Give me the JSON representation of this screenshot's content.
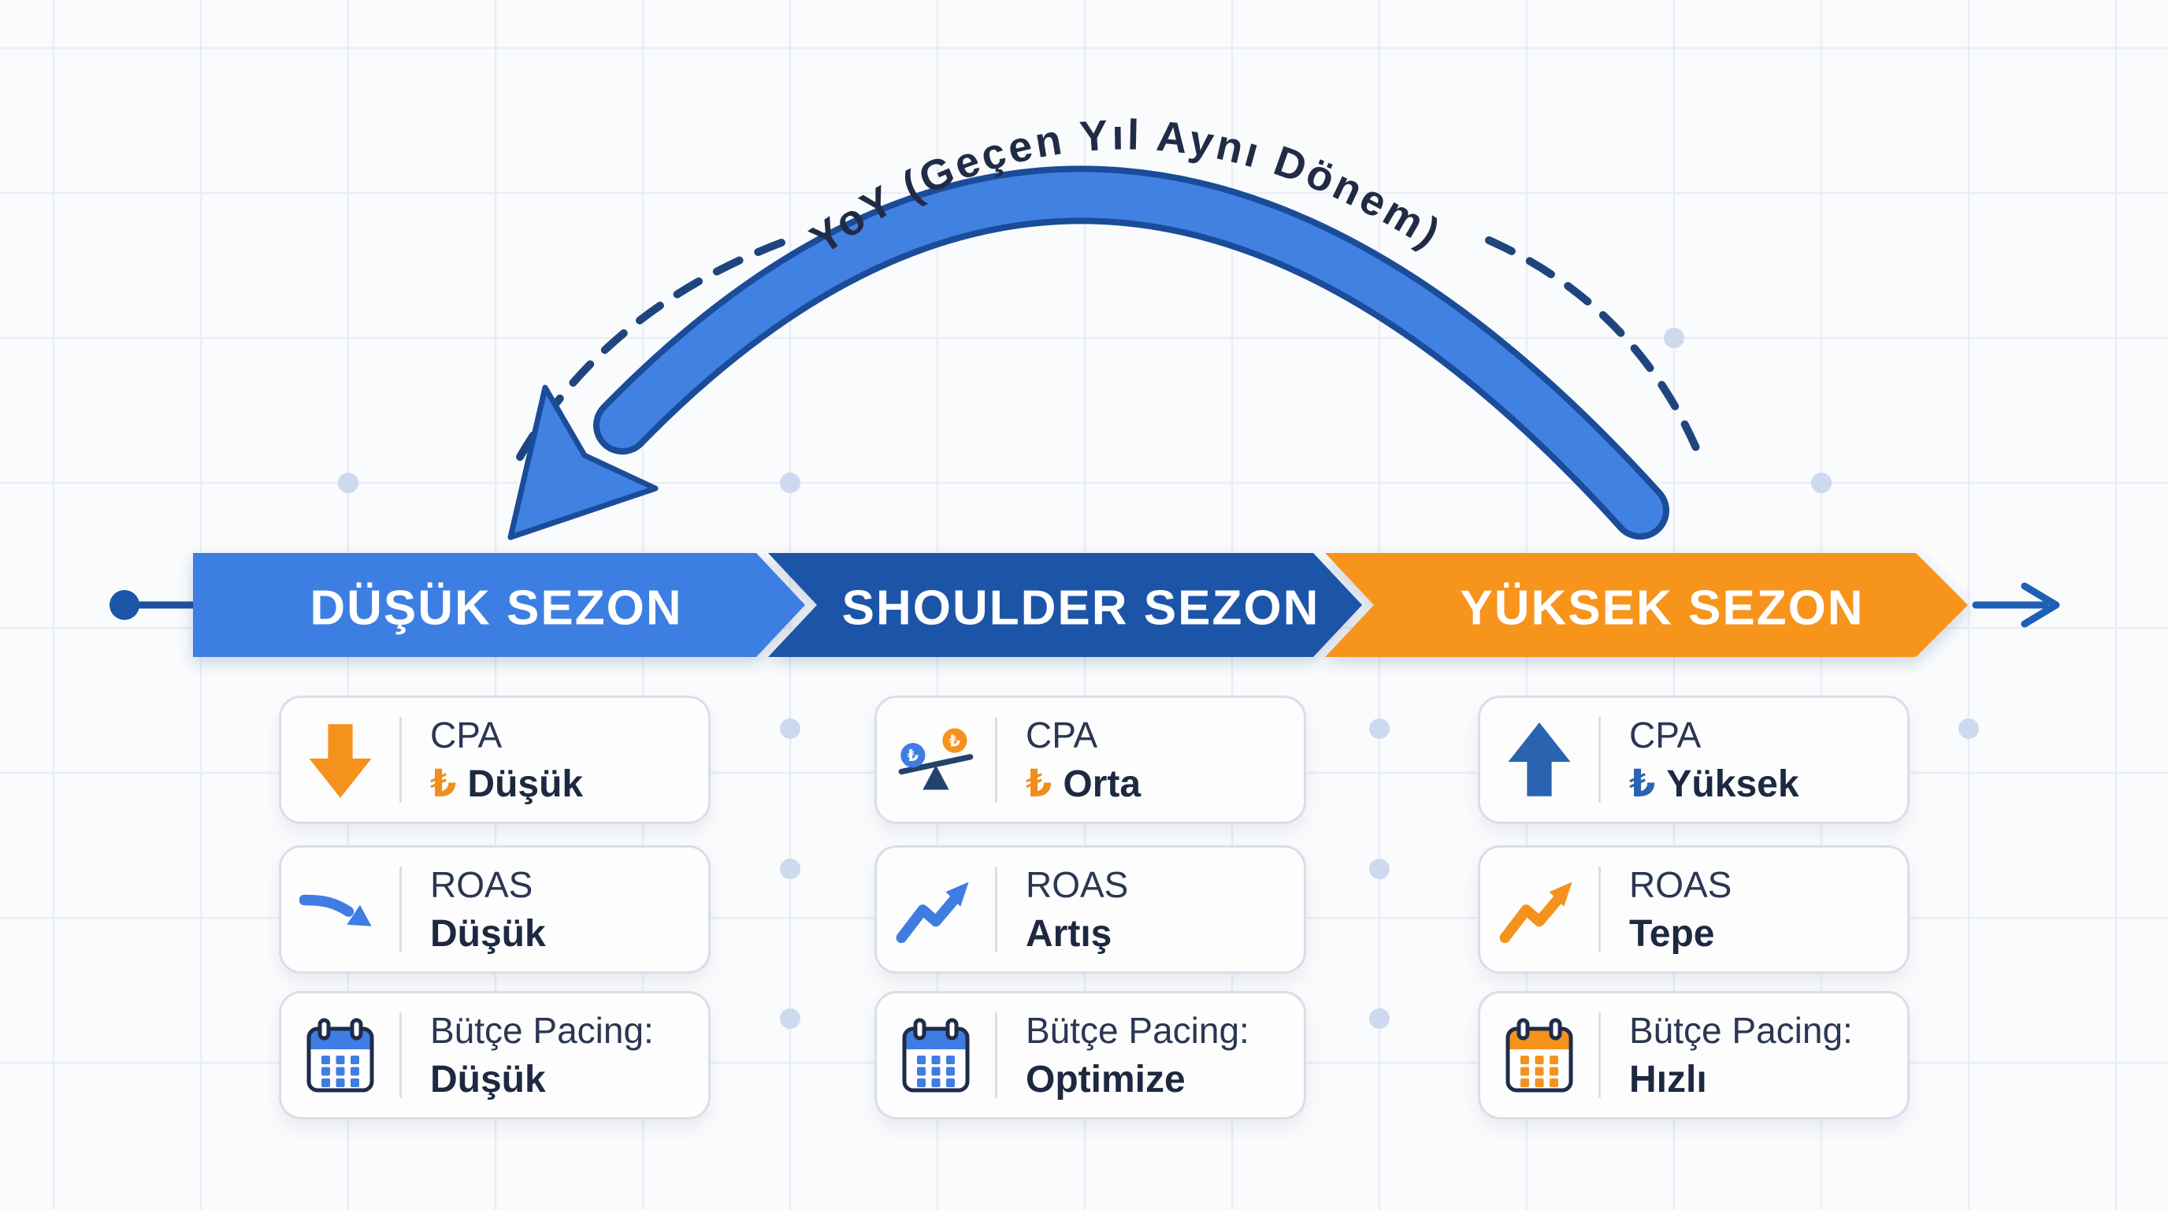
{
  "yoy": {
    "label": "YoY (Geçen Yıl Aynı Dönem)"
  },
  "timeline": {
    "seasons": [
      {
        "label": "DÜŞÜK SEZON"
      },
      {
        "label": "SHOULDER SEZON"
      },
      {
        "label": "YÜKSEK SEZON"
      }
    ]
  },
  "columns": [
    {
      "season": "DÜŞÜK SEZON",
      "cards": [
        {
          "icon": "arrow-down-icon",
          "metric": "CPA",
          "currency": "₺",
          "value": "Düşük"
        },
        {
          "icon": "trend-down-icon",
          "metric": "ROAS",
          "currency": "",
          "value": "Düşük"
        },
        {
          "icon": "calendar-icon",
          "metric": "Bütçe Pacing:",
          "currency": "",
          "value": "Düşük"
        }
      ]
    },
    {
      "season": "SHOULDER SEZON",
      "cards": [
        {
          "icon": "balance-scale-icon",
          "metric": "CPA",
          "currency": "₺",
          "value": "Orta"
        },
        {
          "icon": "trend-up-icon",
          "metric": "ROAS",
          "currency": "",
          "value": "Artış"
        },
        {
          "icon": "calendar-icon",
          "metric": "Bütçe Pacing:",
          "currency": "",
          "value": "Optimize"
        }
      ]
    },
    {
      "season": "YÜKSEK SEZON",
      "cards": [
        {
          "icon": "arrow-up-icon",
          "metric": "CPA",
          "currency": "₺",
          "value": "Yüksek"
        },
        {
          "icon": "trend-up-icon",
          "metric": "ROAS",
          "currency": "",
          "value": "Tepe"
        },
        {
          "icon": "calendar-icon",
          "metric": "Bütçe Pacing:",
          "currency": "",
          "value": "Hızlı"
        }
      ]
    }
  ],
  "colors": {
    "blue": "#3f7de2",
    "dark_blue": "#1d55a8",
    "orange": "#f7941e",
    "navy_text": "#22304a"
  }
}
